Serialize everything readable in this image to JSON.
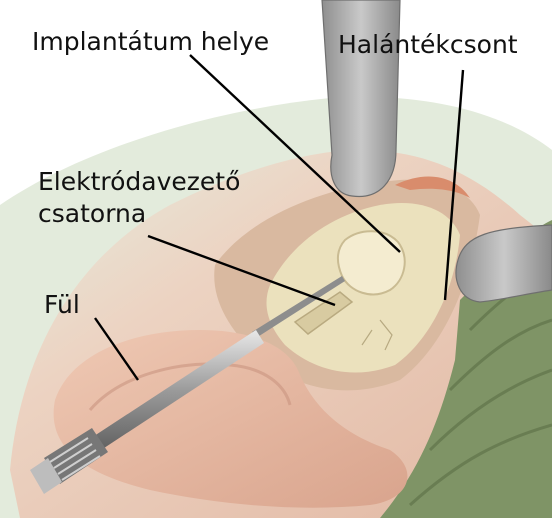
{
  "labels": {
    "implant_site": "Implantátum helye",
    "temporal_bone": "Halántékcsont",
    "electrode_channel_line1": "Elektródavezető",
    "electrode_channel_line2": "csatorna",
    "ear": "Fül"
  },
  "colors": {
    "background": "#ffffff",
    "skin": "#e9c2ad",
    "skin_shadow": "#d4a691",
    "bone": "#ebe1bd",
    "retractor": "#a9a9a9",
    "hair": "#7f9466",
    "wound_edge": "#d98c6c",
    "leader_line": "#000000"
  }
}
